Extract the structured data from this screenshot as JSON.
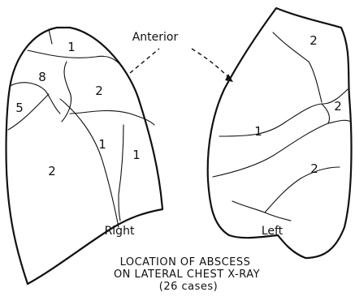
{
  "annotation": {
    "label": "Anterior"
  },
  "right_lung": {
    "label": "Right",
    "regions": {
      "apex": "1",
      "upper": "8",
      "middle": "2",
      "lateral": "5",
      "inner_lower": "1",
      "posterior": "1",
      "base": "2"
    }
  },
  "left_lung": {
    "label": "Left",
    "regions": {
      "apex": "2",
      "mid_right": "2",
      "middle": "1",
      "base": "2"
    }
  },
  "caption": {
    "line1": "LOCATION OF ABSCESS",
    "line2": "ON LATERAL CHEST X-RAY",
    "line3": "(26 cases)"
  }
}
